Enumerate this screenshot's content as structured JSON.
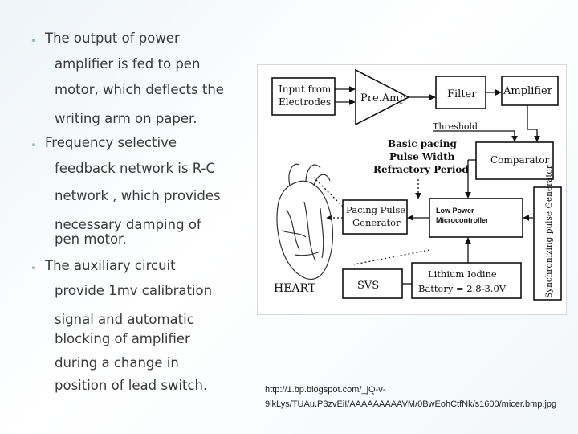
{
  "bullets": [
    {
      "lines": [
        "The output of power",
        "amplifier is fed to pen",
        "motor, which deflects the",
        "writing arm on paper."
      ]
    },
    {
      "lines": [
        "Frequency selective",
        "feedback network is R-C",
        "network , which provides",
        "necessary damping of",
        "pen motor."
      ]
    },
    {
      "lines": [
        "The auxiliary circuit",
        "provide 1mv calibration",
        "signal and automatic",
        "blocking of amplifier",
        "during a change in",
        "position of lead switch."
      ]
    }
  ],
  "diagram": {
    "input": [
      "Input from",
      "Electrodes"
    ],
    "preamp": "Pre.Amp",
    "filter": "Filter",
    "amplifier": "Amplifier",
    "threshold": "Threshold",
    "basic": [
      "Basic pacing",
      "Pulse Width",
      "Refractory Period"
    ],
    "comparator": "Comparator",
    "pacing": [
      "Pacing Pulse",
      "Generator"
    ],
    "lowpower": [
      "Low Power",
      "Microcontroller"
    ],
    "sync": "Synchronizing pulse Generator",
    "heart": "HEART",
    "svs": "SVS",
    "battery": [
      "Lithium Iodine",
      "Battery = 2.8-3.0V"
    ]
  },
  "source_url": "http://1.bp.blogspot.com/_jQ-v-9lkLys/TUAu.P3zvEiI/AAAAAAAAAVM/0BwEohCtfNk/s1600/micer.bmp.jpg"
}
